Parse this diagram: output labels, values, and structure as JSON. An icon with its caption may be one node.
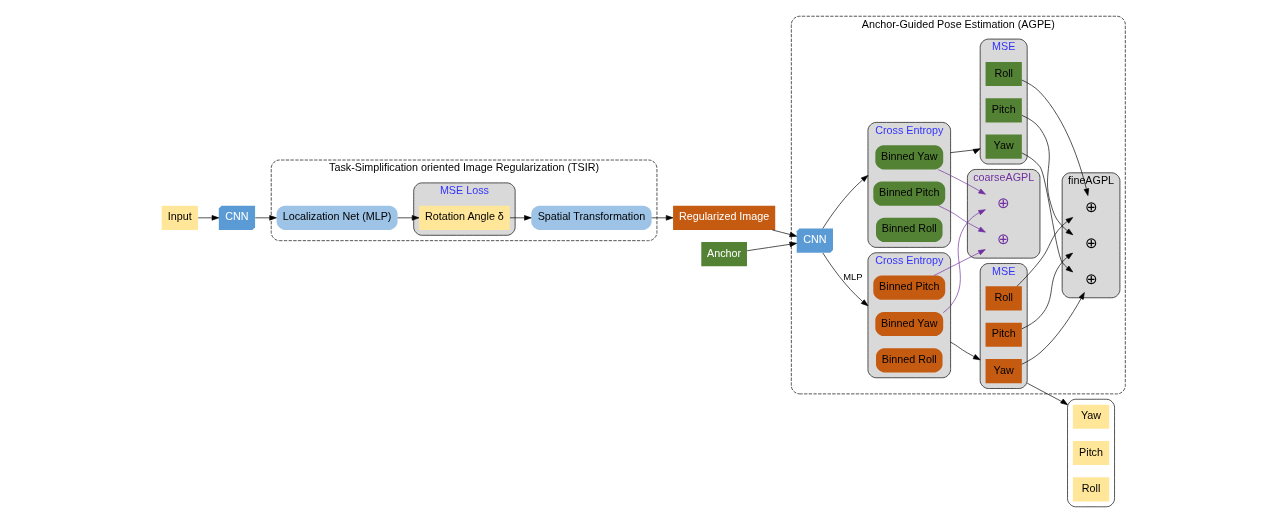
{
  "diagram": {
    "nodes": [
      {
        "text": [
          "Input"
        ]
      },
      {
        "text": [
          "CNN"
        ]
      },
      {
        "text": [
          "Task-Simplification oriented Image Regularization (TSIR)"
        ]
      },
      {
        "text": [
          "Localization Net (MLP)"
        ],
        "in": 2
      },
      {
        "text": [
          "MSE Loss"
        ],
        "in": 2
      },
      {
        "text": [
          "Rotation Angle δ"
        ],
        "in": 4
      },
      {
        "text": [
          "Spatial Transformation"
        ],
        "in": 2
      },
      {
        "text": [
          "Regularized Image"
        ]
      },
      {
        "text": [
          "Anchor"
        ]
      },
      {
        "text": [
          "Anchor-Guided Pose Estimation (AGPE)"
        ]
      },
      {
        "text": [
          "CNN"
        ],
        "in": 9
      },
      {
        "text": [
          "MSE"
        ],
        "in": 9
      },
      {
        "text": [
          "Yaw"
        ],
        "in": 11
      },
      {
        "text": [
          "Pitch"
        ],
        "in": 11
      },
      {
        "text": [
          "Roll"
        ],
        "in": 11
      },
      {
        "text": [
          "Cross Entropy"
        ],
        "in": 9
      },
      {
        "text": [
          "Binned Yaw"
        ],
        "in": 15
      },
      {
        "text": [
          "Binned Pitch"
        ],
        "in": 15
      },
      {
        "text": [
          "Binned Roll"
        ],
        "in": 15
      },
      {
        "text": [
          "fineAGPL"
        ],
        "in": 9
      },
      {
        "text": [
          "⊕"
        ],
        "in": 19
      },
      {
        "text": [
          "⊕"
        ],
        "in": 19
      },
      {
        "text": [
          "⊕"
        ],
        "in": 19
      },
      {
        "text": [
          "coarseAGPL"
        ],
        "in": 9
      },
      {
        "text": [
          "⊕"
        ],
        "in": 23
      },
      {
        "text": [
          "⊕"
        ],
        "in": 23
      },
      {
        "text": [
          "MSE"
        ],
        "in": 9
      },
      {
        "text": [
          "Yaw"
        ],
        "in": 26
      },
      {
        "text": [
          "Pitch"
        ],
        "in": 26
      },
      {
        "text": [
          "Roll"
        ],
        "in": 26
      },
      {
        "text": [
          "Cross Entropy"
        ],
        "in": 9
      },
      {
        "text": [
          "Binned Yaw"
        ],
        "in": 30
      },
      {
        "text": [
          "Binned Pitch"
        ],
        "in": 30
      },
      {
        "text": [
          "Binned Roll"
        ],
        "in": 30
      },
      {
        "text": [],
        "shape": "box"
      },
      {
        "text": [
          "Yaw"
        ],
        "in": 34
      },
      {
        "text": [
          "Pitch"
        ],
        "in": 34
      },
      {
        "text": [
          "Roll"
        ],
        "in": 34
      }
    ],
    "edges": [
      {
        "from": 0,
        "to": 1,
        "arrow": "to"
      },
      {
        "from": 1,
        "to": 3,
        "arrow": "to"
      },
      {
        "from": 3,
        "to": 5,
        "arrow": "to"
      },
      {
        "from": 5,
        "to": 6,
        "arrow": "to"
      },
      {
        "from": 6,
        "to": 7,
        "arrow": "to"
      },
      {
        "from": 7,
        "to": 10,
        "arrow": "to"
      },
      {
        "from": 8,
        "to": 10,
        "arrow": "to"
      },
      {
        "from": 10,
        "to": 15,
        "arrow": "to",
        "label": "MLP"
      },
      {
        "from": 10,
        "to": 30,
        "arrow": "to"
      },
      {
        "from": 15,
        "to": 11,
        "arrow": "to"
      },
      {
        "from": 30,
        "to": 26,
        "arrow": "to"
      },
      {
        "from": 11,
        "to": 34,
        "arrow": "to"
      },
      {
        "from": 12,
        "to": 20,
        "arrow": "to"
      },
      {
        "from": 13,
        "to": 21,
        "arrow": "to"
      },
      {
        "from": 14,
        "to": 22,
        "arrow": "to"
      },
      {
        "from": 27,
        "to": 20,
        "arrow": "to"
      },
      {
        "from": 28,
        "to": 21,
        "arrow": "to"
      },
      {
        "from": 29,
        "to": 22,
        "arrow": "to"
      },
      {
        "from": 16,
        "to": 24,
        "arrow": "to",
        "color": "#7030a0"
      },
      {
        "from": 17,
        "to": 25,
        "arrow": "to",
        "color": "#7030a0"
      },
      {
        "from": 31,
        "to": 24,
        "arrow": "to",
        "color": "#7030a0"
      },
      {
        "from": 32,
        "to": 25,
        "arrow": "to",
        "color": "#7030a0"
      }
    ]
  }
}
